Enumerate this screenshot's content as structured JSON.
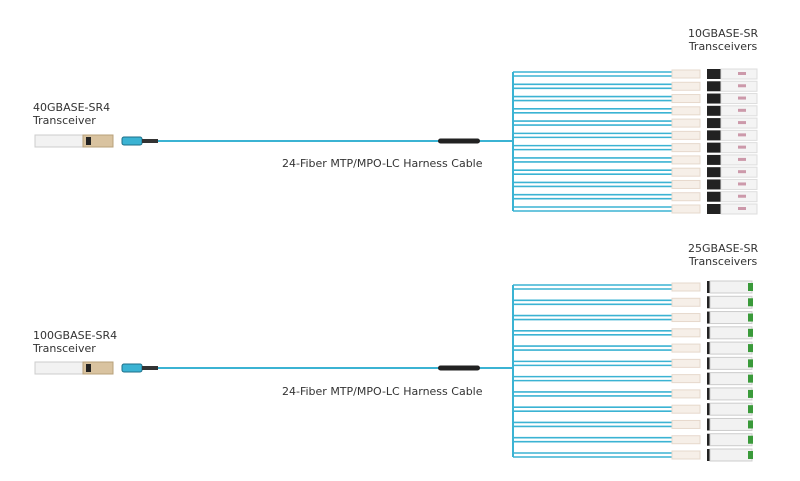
{
  "sections": [
    {
      "source_label": [
        "40GBASE-SR4",
        "Transceiver"
      ],
      "cable_label": "24-Fiber MTP/MPO-LC Harness Cable",
      "target_label": [
        "10GBASE-SR",
        "Transceivers"
      ],
      "target_count": 12,
      "target_style": "sfp-plus"
    },
    {
      "source_label": [
        "100GBASE-SR4",
        "Transceiver"
      ],
      "cable_label": "24-Fiber MTP/MPO-LC Harness Cable",
      "target_label": [
        "25GBASE-SR",
        "Transceivers"
      ],
      "target_count": 12,
      "target_style": "sfp28"
    }
  ],
  "colors": {
    "fiber": "#3bb3d3",
    "boot": "#222222",
    "source_body": "#d9c3a0",
    "sfp28_tab": "#3a9a3a"
  }
}
